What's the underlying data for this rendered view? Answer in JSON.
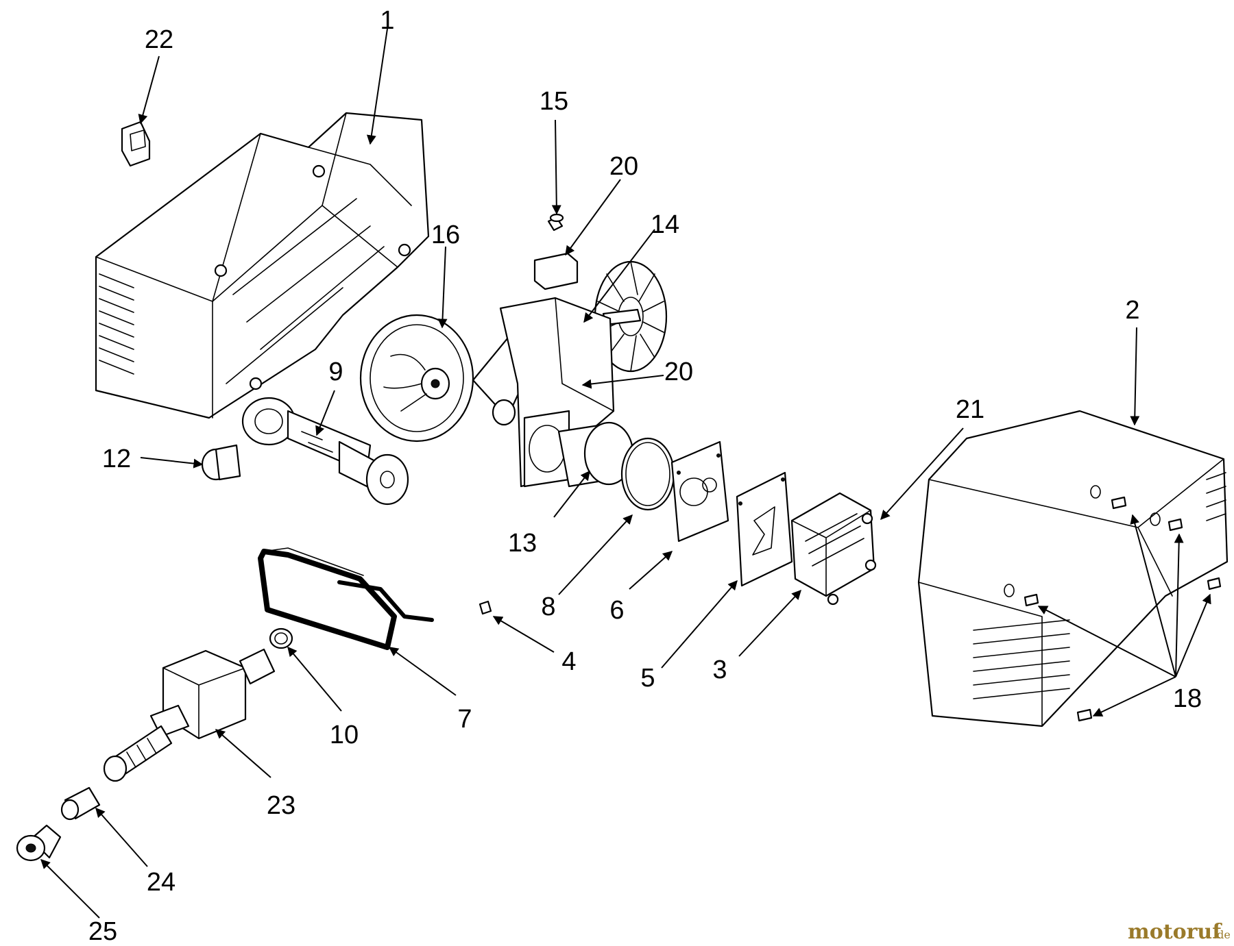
{
  "labels": {
    "p1": "1",
    "p2": "2",
    "p3": "3",
    "p4": "4",
    "p5": "5",
    "p6": "6",
    "p7": "7",
    "p8": "8",
    "p9": "9",
    "p10": "10",
    "p12": "12",
    "p13": "13",
    "p14": "14",
    "p15": "15",
    "p16": "16",
    "p18": "18",
    "p20a": "20",
    "p20b": "20",
    "p21": "21",
    "p22": "22",
    "p23": "23",
    "p24": "24",
    "p25": "25"
  },
  "watermark": {
    "brand": "motoruf",
    "suffix": ".de"
  },
  "colors": {
    "line": "#000000",
    "background": "#ffffff",
    "watermark": "#9a7a2a"
  }
}
